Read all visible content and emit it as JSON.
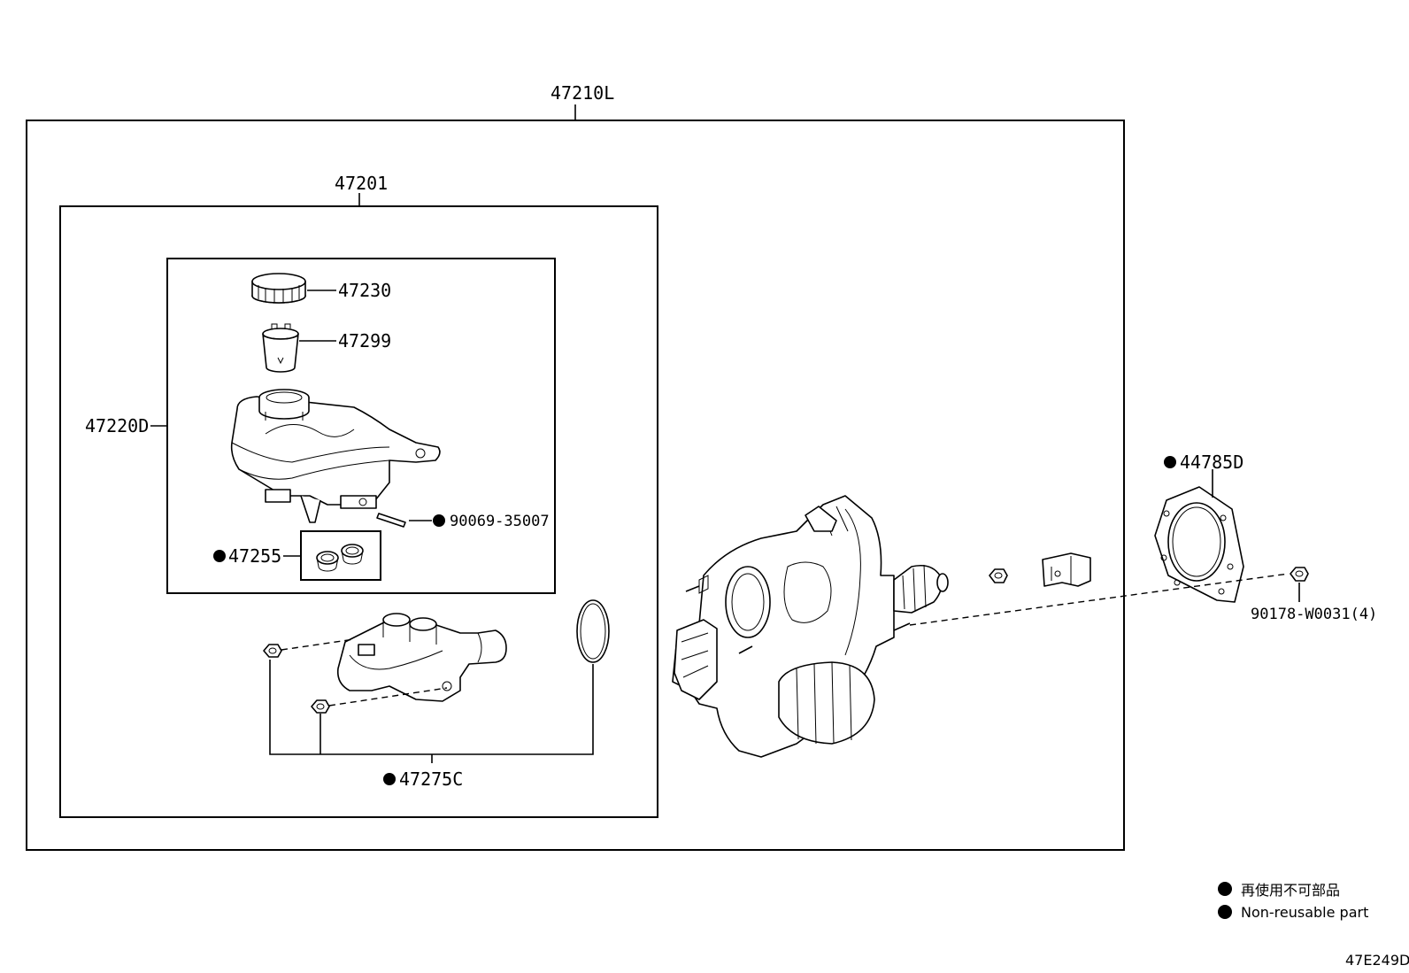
{
  "labels": {
    "assembly_outer": "47210L",
    "assembly_inner": "47201",
    "reservoir_assy": "47220D",
    "cap": "47230",
    "strainer": "47299",
    "pin": "90069-35007",
    "grommet_kit": "47255",
    "master_cyl_kit": "47275C",
    "gasket": "44785D",
    "nut": "90178-W0031(4)"
  },
  "non_reusable_marked": [
    "90069-35007",
    "47255",
    "47275C",
    "44785D"
  ],
  "legend": {
    "jp": "再使用不可部品",
    "en": "Non-reusable part"
  },
  "diagram_code": "47E249D",
  "icons": {
    "non_reusable_marker": "filled-circle"
  }
}
